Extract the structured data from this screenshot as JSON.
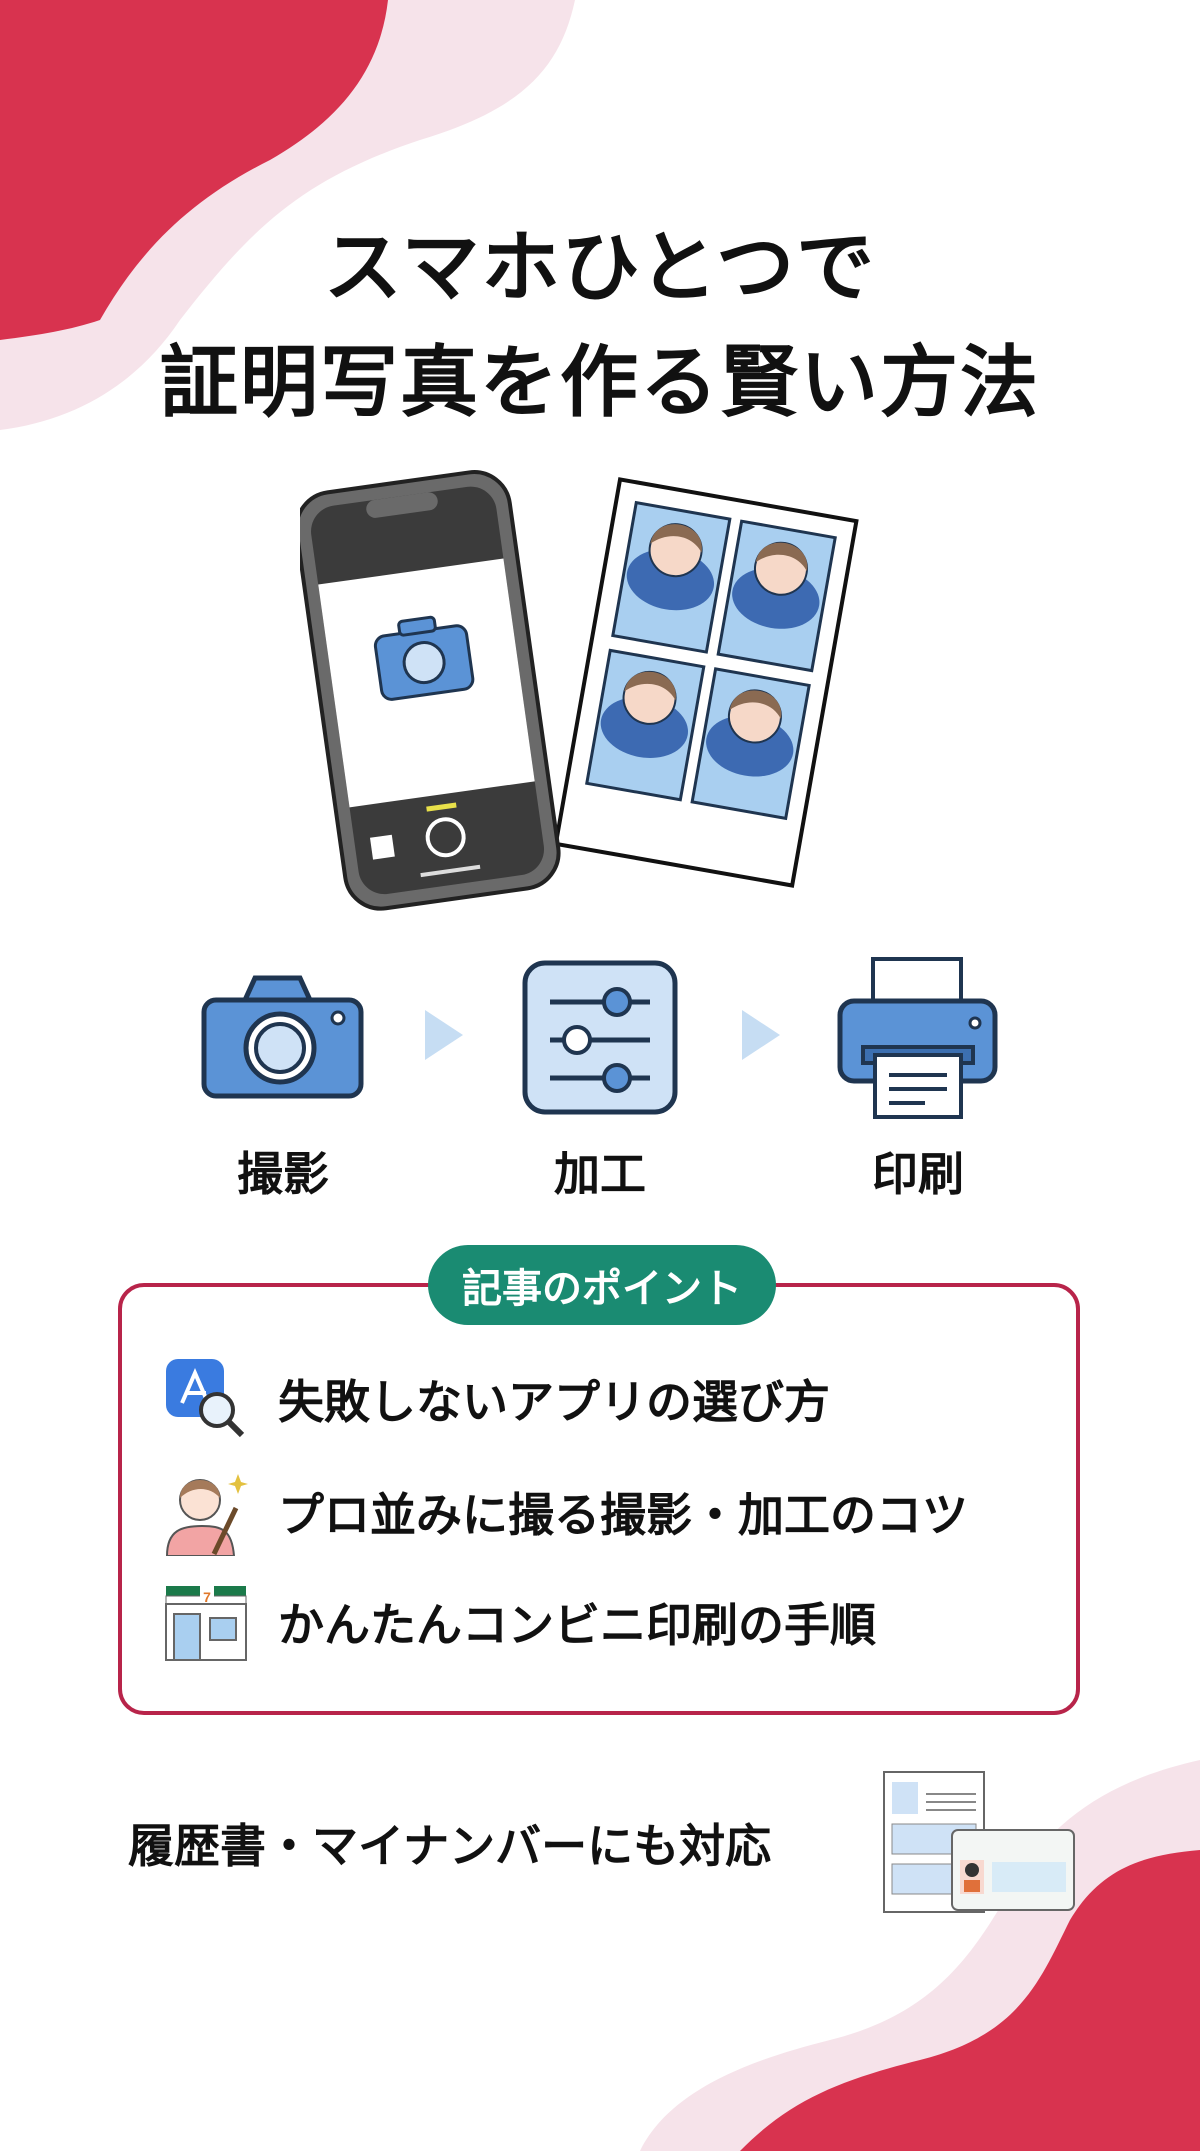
{
  "colors": {
    "accent_red": "#d8334f",
    "accent_pink": "#f6e3ea",
    "box_border": "#b8244a",
    "badge_green": "#1a8b72",
    "icon_blue": "#5b93d6",
    "icon_blue_light": "#cfe2f6",
    "icon_outline": "#1f3550"
  },
  "title": {
    "line1": "スマホひとつで",
    "line2": "証明写真を作る賢い方法"
  },
  "hero": {
    "phone_icon": "smartphone-camera-icon",
    "photo_sheet_icon": "id-photo-sheet-icon",
    "photo_count": 4
  },
  "steps": [
    {
      "label": "撮影",
      "icon": "camera-icon"
    },
    {
      "label": "加工",
      "icon": "sliders-icon"
    },
    {
      "label": "印刷",
      "icon": "printer-icon"
    }
  ],
  "points": {
    "badge": "記事のポイント",
    "items": [
      {
        "text": "失敗しないアプリの選び方",
        "icon": "app-store-search-icon"
      },
      {
        "text": "プロ並みに撮る撮影・加工のコツ",
        "icon": "person-brush-icon"
      },
      {
        "text": "かんたんコンビニ印刷の手順",
        "icon": "convenience-store-icon"
      }
    ]
  },
  "footer": {
    "text": "履歴書・マイナンバーにも対応",
    "icon": "resume-and-id-card-icon"
  }
}
